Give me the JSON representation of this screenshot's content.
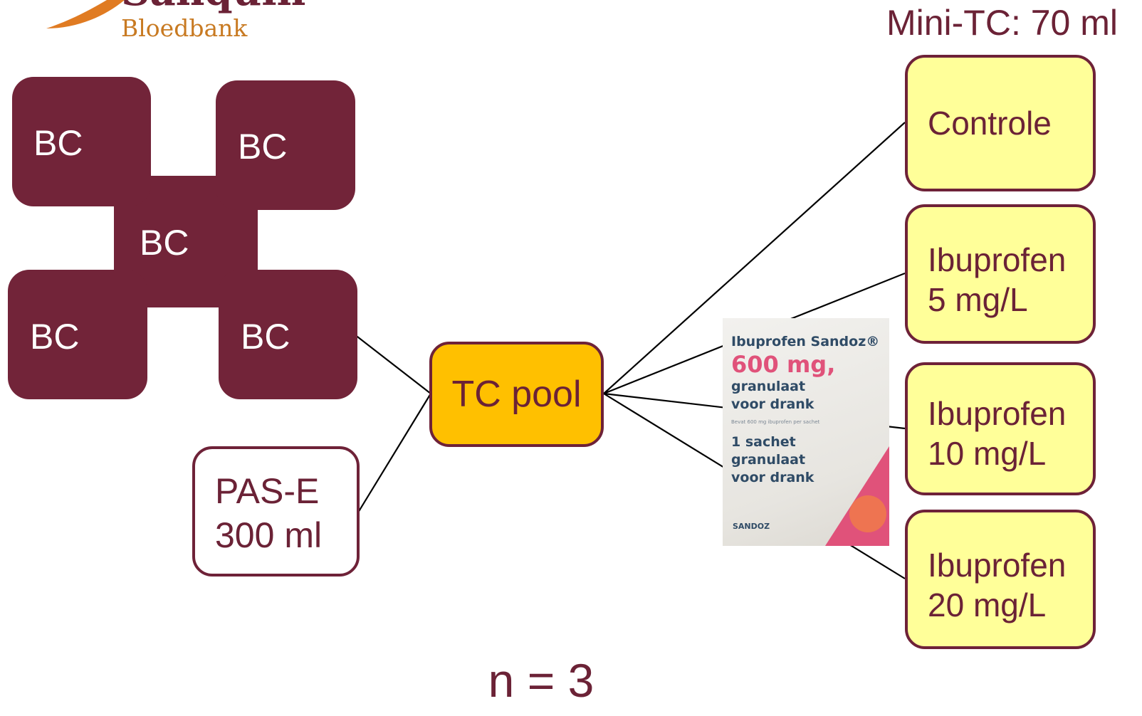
{
  "logo": {
    "name": "Sanquin",
    "subtitle": "Bloedbank"
  },
  "header_note": "Mini-TC: 70 ml",
  "buffy_coats": {
    "labels": [
      "BC",
      "BC",
      "BC",
      "BC",
      "BC"
    ]
  },
  "pas": {
    "line1": "PAS-E",
    "line2": "300 ml"
  },
  "pool": {
    "label": "TC pool"
  },
  "conditions": [
    {
      "line1": "Controle",
      "line2": ""
    },
    {
      "line1": "Ibuprofen",
      "line2": "5 mg/L"
    },
    {
      "line1": "Ibuprofen",
      "line2": "10 mg/L"
    },
    {
      "line1": "Ibuprofen",
      "line2": "20 mg/L"
    }
  ],
  "sachet": {
    "brand": "Ibuprofen Sandoz®",
    "dose": "600 mg,",
    "form_line1": "granulaat",
    "form_line2": "voor drank",
    "small_print": "Bevat 600 mg ibuprofen per sachet",
    "count_line1": "1 sachet",
    "count_line2": "granulaat",
    "count_line3": "voor drank",
    "maker": "SANDOZ"
  },
  "footer": "n = 3",
  "colors": {
    "maroon": "#722439",
    "gold": "#ffc000",
    "pale_yellow": "#ffff99",
    "border": "#6e2238"
  }
}
